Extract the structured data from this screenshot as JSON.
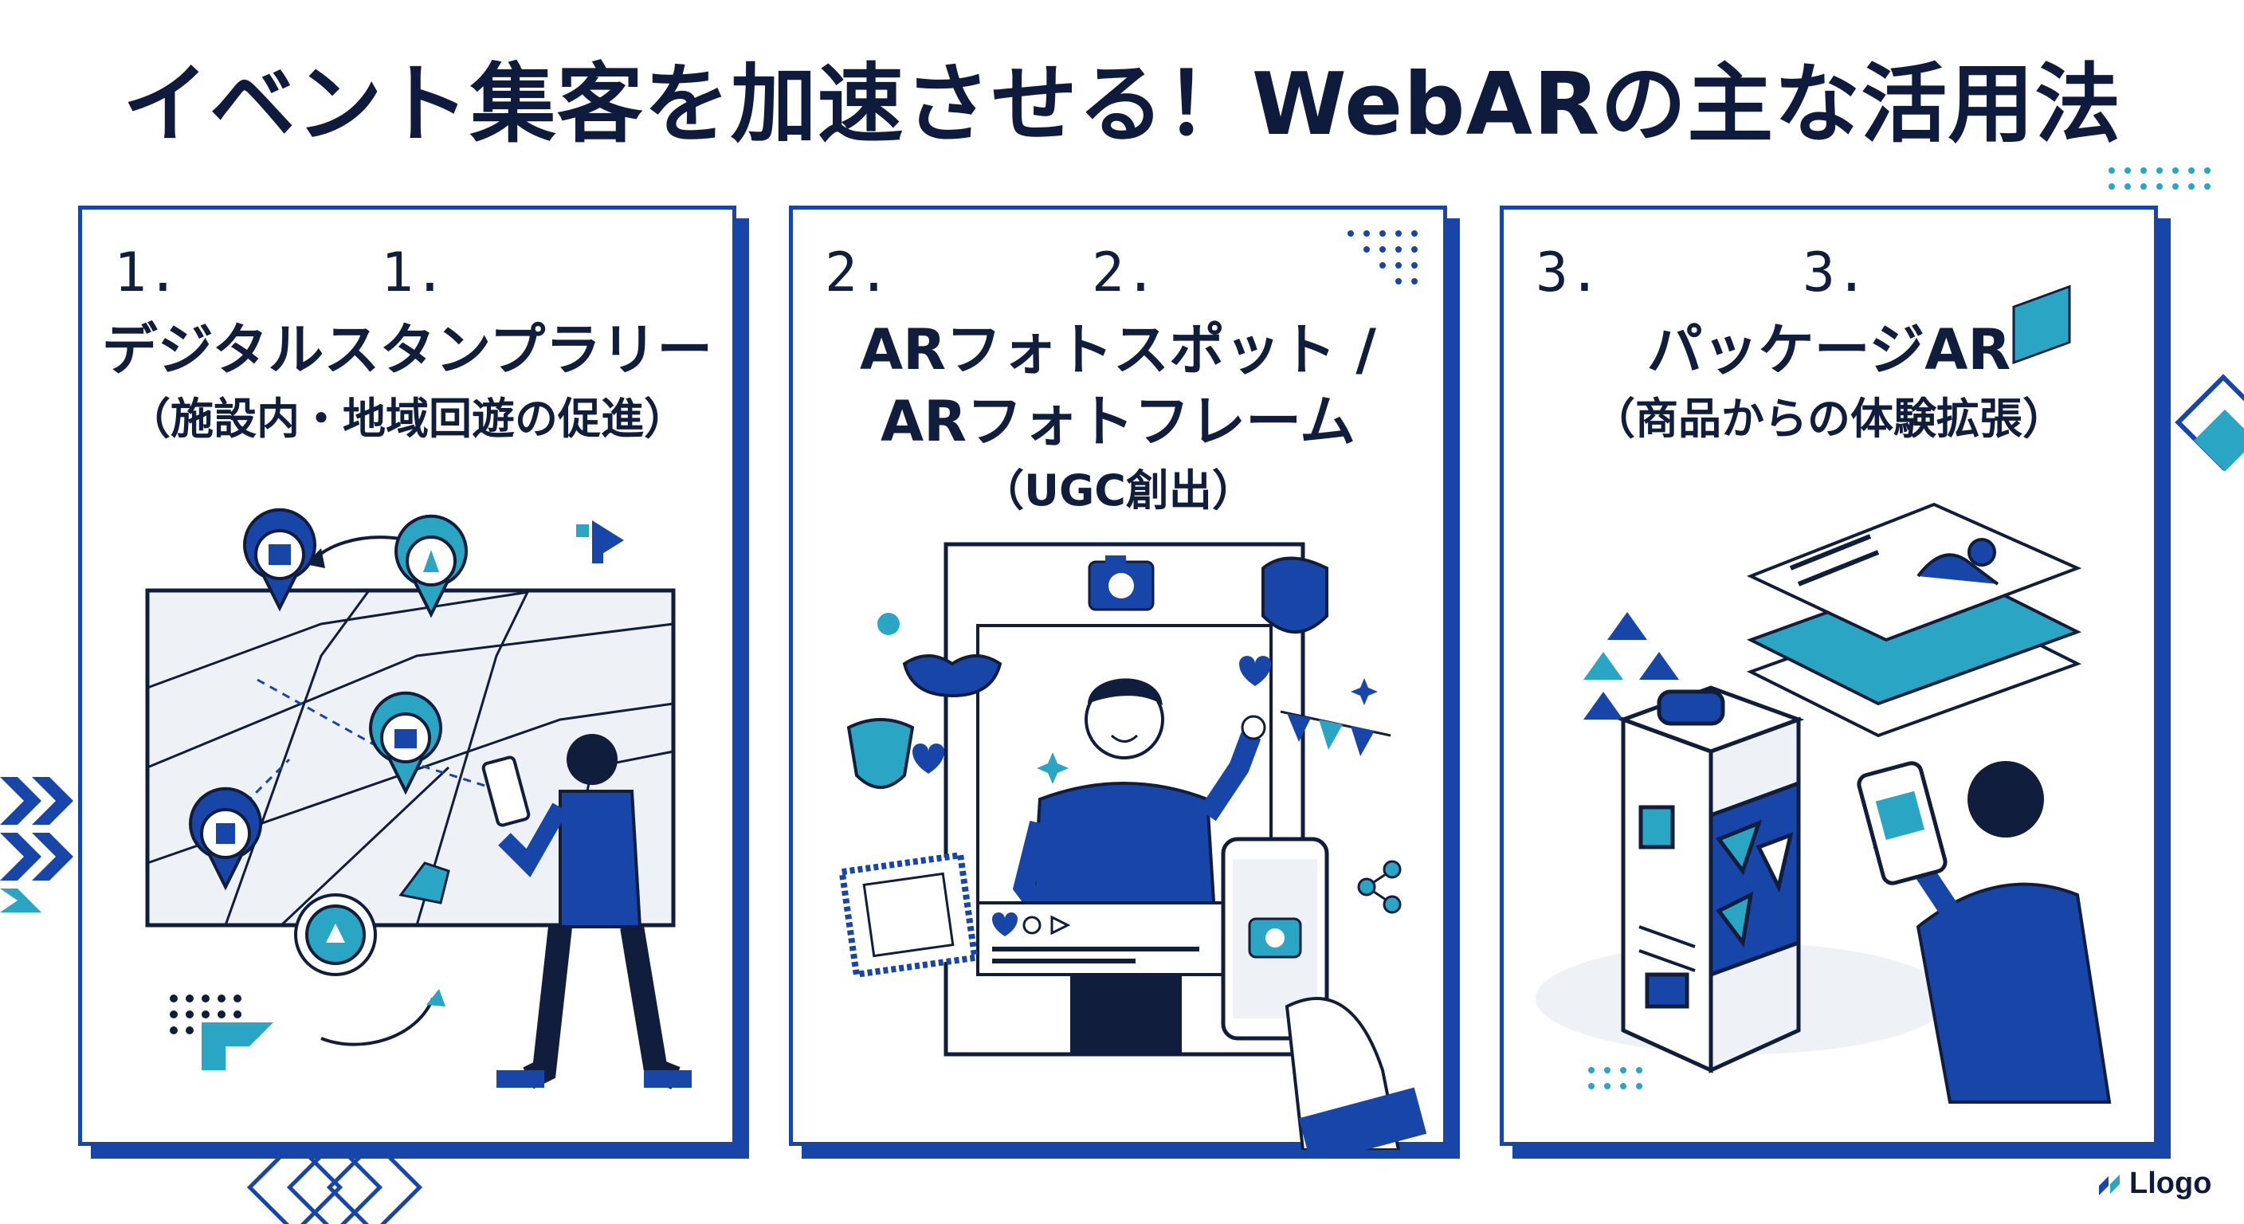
{
  "title": "イベント集客を加速させる！WebARの主な活用法",
  "cards": [
    {
      "num_left": "1.",
      "num_right": "1.",
      "title": "デジタルスタンプラリー",
      "subtitle": "（施設内・地域回遊の促進）",
      "illustration_icons": [
        "map-icon",
        "location-pin-icon",
        "person-icon",
        "smartphone-icon"
      ]
    },
    {
      "num_left": "2.",
      "num_right": "2.",
      "title_line1": "ARフォトスポット /",
      "title_line2": "ARフォトフレーム",
      "subtitle": "（UGC創出）",
      "illustration_icons": [
        "photo-frame-icon",
        "camera-icon",
        "mask-icon",
        "heart-icon",
        "smartphone-icon"
      ]
    },
    {
      "num_left": "3.",
      "num_right": "3.",
      "title": "パッケージAR",
      "subtitle": "（商品からの体験拡張）",
      "illustration_icons": [
        "milk-carton-icon",
        "ar-layers-icon",
        "person-icon",
        "smartphone-icon"
      ]
    }
  ],
  "brand": {
    "logo_text": "Llogo",
    "colors": {
      "primary": "#1846a8",
      "teal": "#2aa6c4",
      "navy": "#0f1b3d",
      "light": "#e9eef5"
    }
  }
}
